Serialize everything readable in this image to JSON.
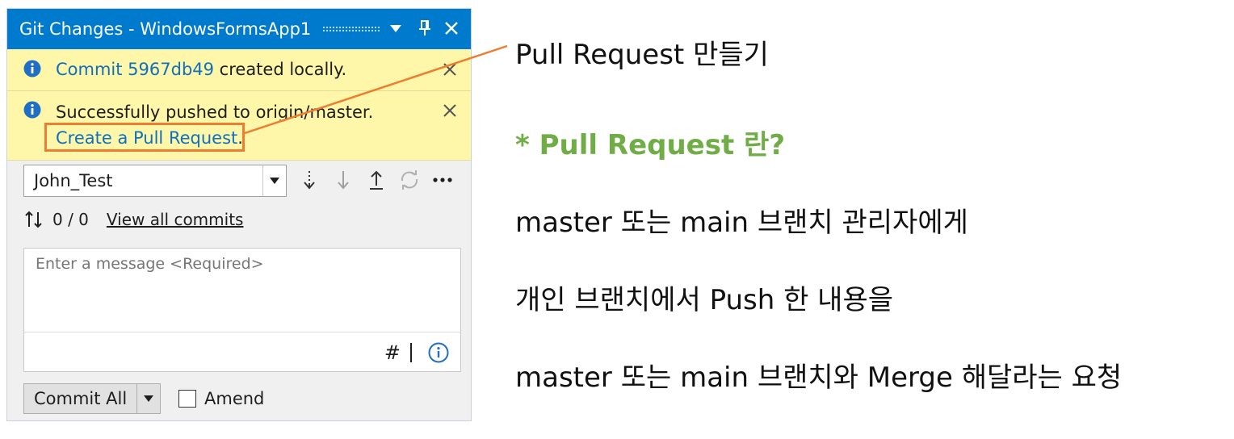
{
  "panel": {
    "title": "Git Changes - WindowsFormsApp1",
    "notifications": [
      {
        "link": "Commit 5967db49",
        "text": " created locally."
      },
      {
        "text": "Successfully pushed to origin/master.",
        "link": "Create a Pull Request",
        "suffix": "."
      }
    ],
    "branch": "John_Test",
    "sync_counts": "0 / 0",
    "view_all_commits": "View all commits",
    "message_placeholder": "Enter a message <Required>",
    "hash_symbol": "#",
    "commit_button": "Commit All",
    "amend_label": "Amend"
  },
  "annotations": {
    "callout": "Pull Request 만들기",
    "heading": "* Pull Request 란?",
    "line1": "master 또는 main 브랜치 관리자에게",
    "line2": "개인 브랜치에서 Push 한 내용을",
    "line3": "master 또는 main 브랜치와 Merge 해달라는 요청"
  },
  "colors": {
    "title_bar": "#007acc",
    "info_bar": "#fef6a8",
    "link": "#0e70c0",
    "highlight": "#ed7d31",
    "heading": "#70ad47"
  }
}
